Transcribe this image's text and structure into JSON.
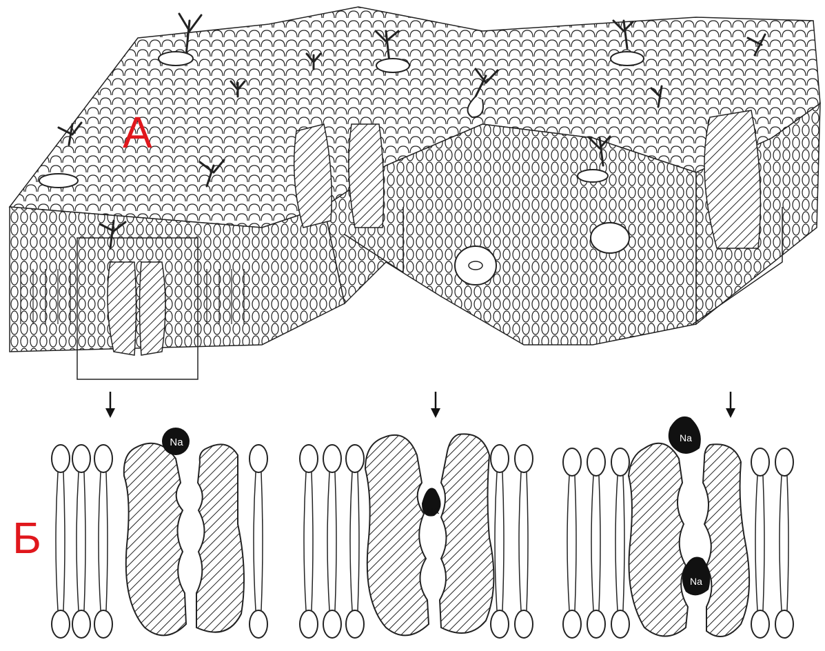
{
  "labels": {
    "panel_a": "А",
    "panel_b": "Б",
    "ion": "Na"
  },
  "colors": {
    "label": "#e0171c",
    "line": "#1a1a1a",
    "hatch": "#222222",
    "background": "#ffffff",
    "ion_fill": "#111111",
    "ion_text": "#ffffff"
  },
  "panels": {
    "top": "membrane-3d-block",
    "bottom": [
      "channel-ion-entering",
      "channel-ion-inside",
      "channel-ion-passed"
    ]
  }
}
